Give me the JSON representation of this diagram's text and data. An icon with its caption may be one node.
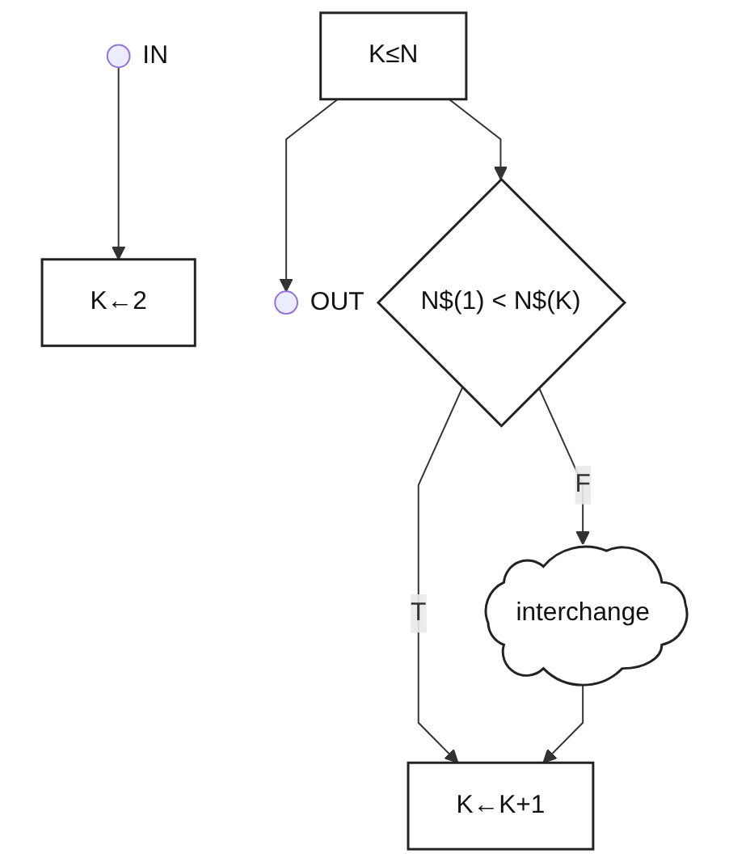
{
  "diagram": {
    "nodes": [
      {
        "text": [],
        "shape": "circle",
        "beside": [
          "IN"
        ]
      },
      {
        "text": [
          "K←2"
        ]
      },
      {
        "text": [
          "K←K+1"
        ]
      },
      {
        "text": [
          "K≤N"
        ]
      },
      {
        "text": [],
        "shape": "circle",
        "beside": [
          "OUT"
        ]
      },
      {
        "text": [
          "N$(1) < N$(K)"
        ]
      },
      {
        "text": [
          "interchange"
        ]
      }
    ],
    "edges": [
      {
        "from": 0,
        "to": 1,
        "arrow": "to"
      },
      {
        "from": 3,
        "to": 4,
        "arrow": "to"
      },
      {
        "from": 3,
        "to": 5,
        "arrow": "to"
      },
      {
        "from": 5,
        "to": 2,
        "label": "T",
        "arrow": "to"
      },
      {
        "from": 5,
        "to": 6,
        "label": "F",
        "arrow": "to"
      },
      {
        "from": 6,
        "to": 2,
        "arrow": "to"
      }
    ]
  }
}
